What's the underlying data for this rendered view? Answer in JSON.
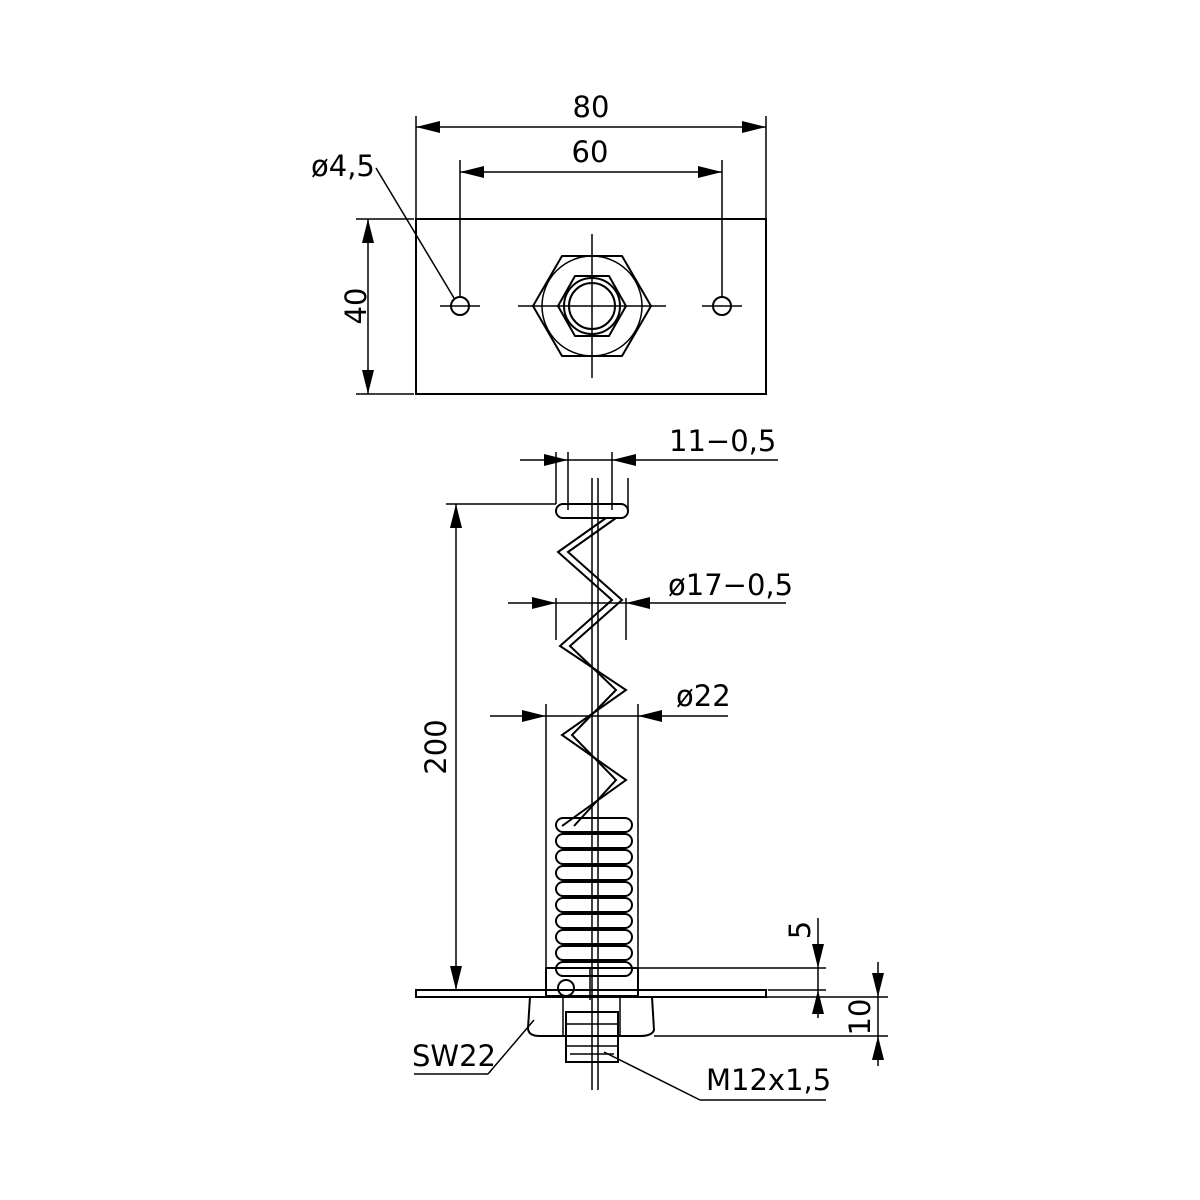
{
  "top_view": {
    "dim_width": "80",
    "dim_hole_spacing": "60",
    "dim_hole_diameter": "ø4,5",
    "dim_height": "40"
  },
  "side_view": {
    "dim_wire_width": "11−0,5",
    "dim_spring_inner": "ø17−0,5",
    "dim_spring_outer": "ø22",
    "dim_length": "200",
    "dim_plate": "5",
    "dim_nut": "10",
    "label_wrench": "SW22",
    "label_thread": "M12x1,5"
  }
}
